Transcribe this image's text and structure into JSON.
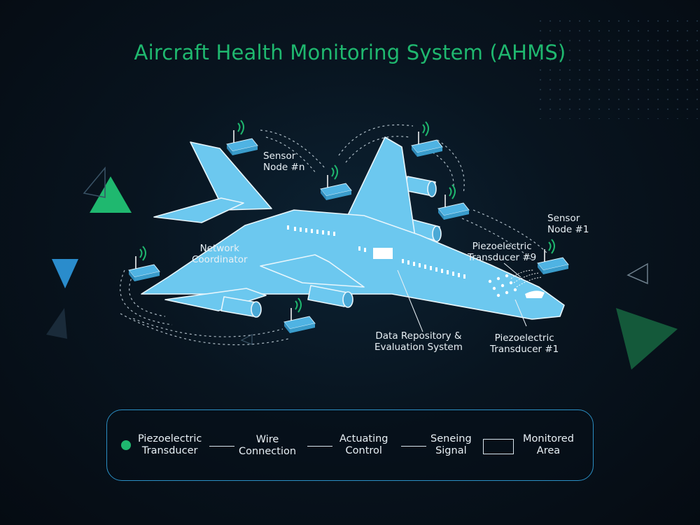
{
  "title": "Aircraft Health Monitoring System (AHMS)",
  "labels": {
    "sensor_node_n": [
      "Sensor",
      "Node #n"
    ],
    "sensor_node_1": [
      "Sensor",
      "Node #1"
    ],
    "network_coordinator": [
      "Network",
      "Coordinator"
    ],
    "piezo_9": [
      "Piezoelectric",
      "Transducer #9"
    ],
    "piezo_1": [
      "Piezoelectric",
      "Transducer #1"
    ],
    "data_repository": [
      "Data Repository &",
      "Evaluation System"
    ]
  },
  "legend": {
    "items": [
      {
        "line1": "Piezoelectric",
        "line2": "Transducer"
      },
      {
        "line1": "Wire",
        "line2": "Connection"
      },
      {
        "line1": "Actuating",
        "line2": "Control"
      },
      {
        "line1": "Seneing",
        "line2": "Signal"
      },
      {
        "line1": "Monitored",
        "line2": "Area"
      }
    ]
  },
  "colors": {
    "accent_green": "#1fb86f",
    "plane_blue": "#6cc8ef",
    "sensor_blue": "#4fb3e3",
    "legend_border": "#2b8fc4"
  }
}
